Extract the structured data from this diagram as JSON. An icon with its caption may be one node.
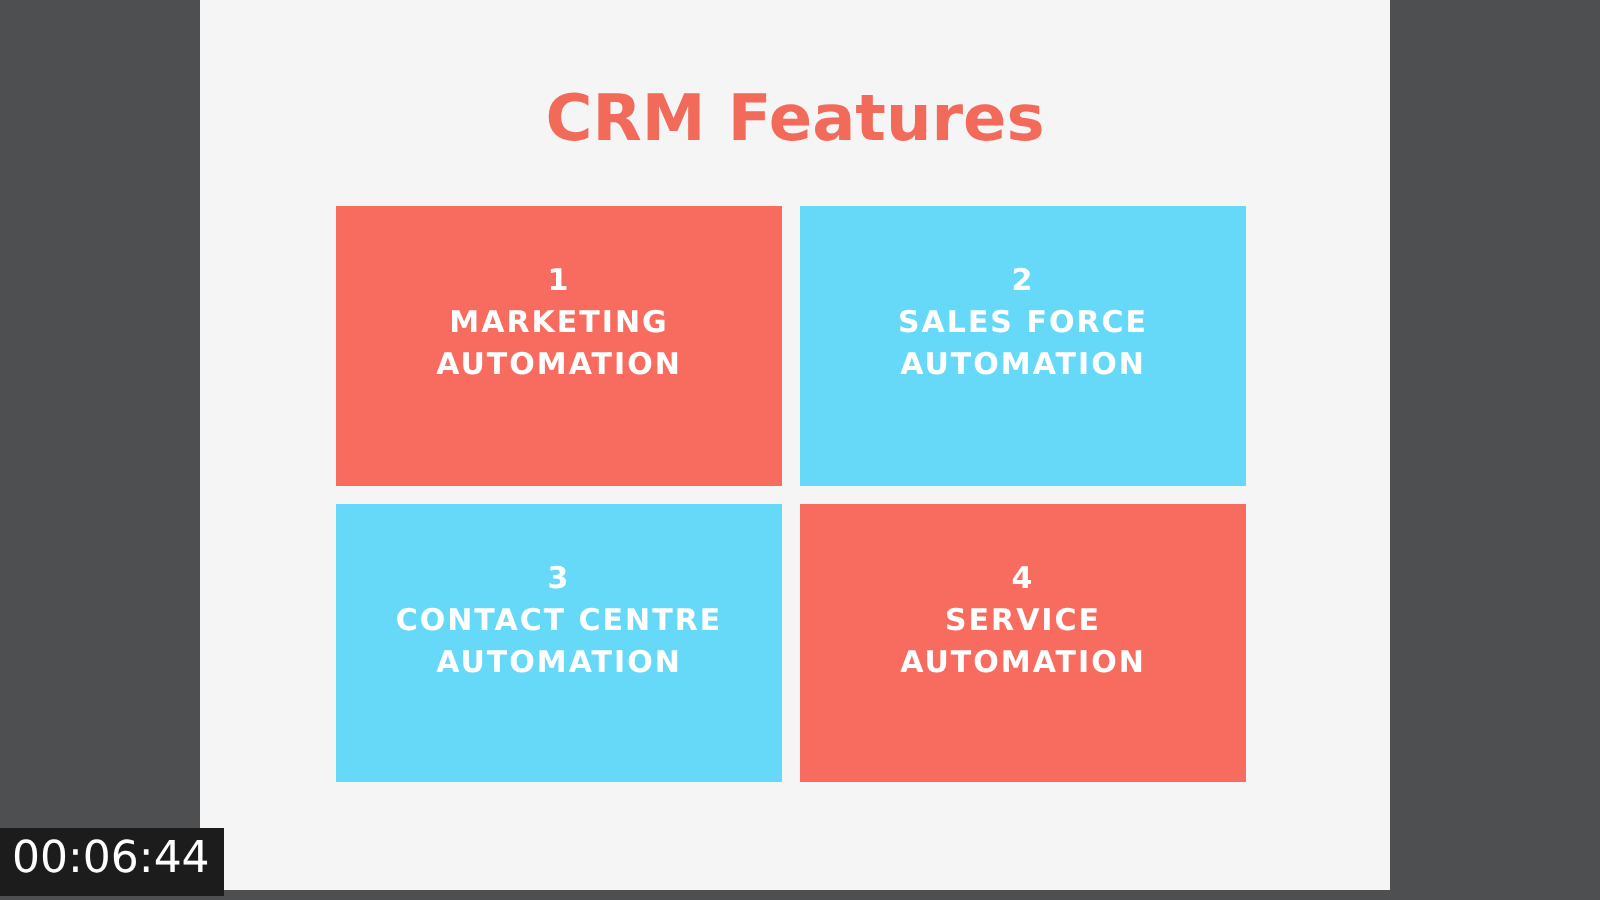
{
  "diagram": {
    "title": "CRM Features",
    "nodes": [
      {
        "text": [
          "1",
          "MARKETING AUTOMATION"
        ]
      },
      {
        "text": [
          "2",
          "SALES FORCE AUTOMATION"
        ]
      },
      {
        "text": [
          "3",
          "CONTACT CENTRE AUTOMATION"
        ]
      },
      {
        "text": [
          "4",
          "SERVICE AUTOMATION"
        ]
      }
    ],
    "labels": [
      "00:06:44"
    ]
  }
}
